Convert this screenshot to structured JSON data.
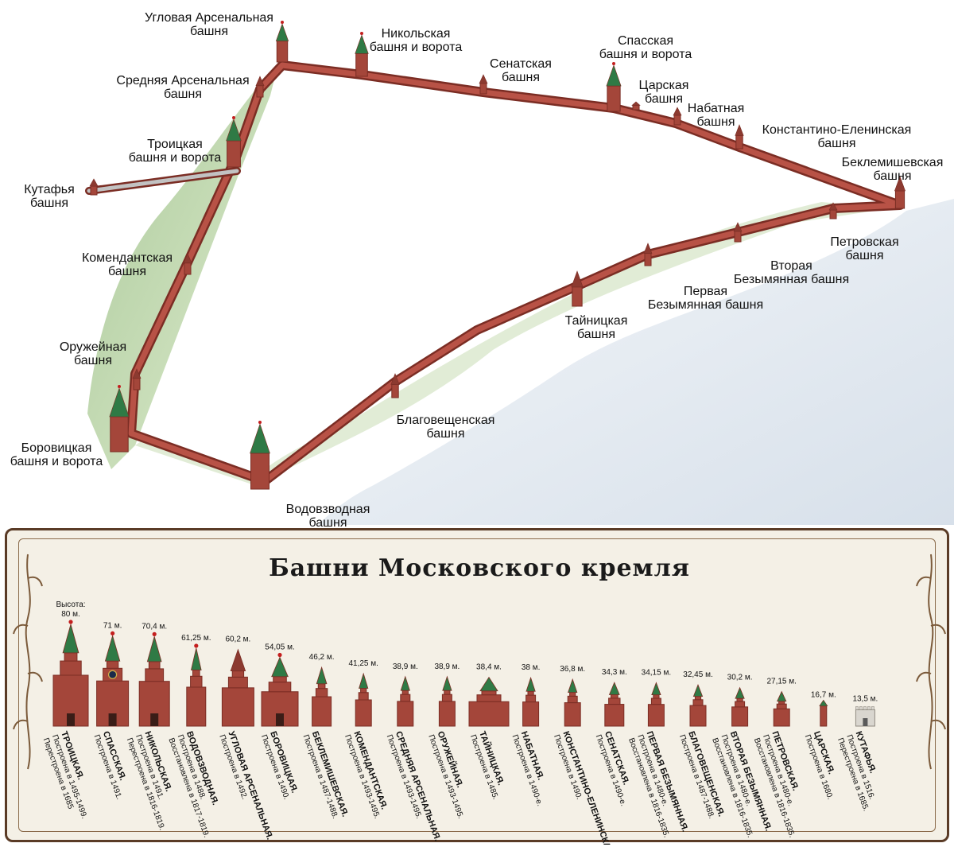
{
  "map": {
    "labels": [
      {
        "id": "uglovaya-arsenalnaya",
        "text": "Угловая Арсенальная\nбашня"
      },
      {
        "id": "nikolskaya",
        "text": "Никольская\nбашня и ворота"
      },
      {
        "id": "senatskaya",
        "text": "Сенатская\nбашня"
      },
      {
        "id": "spasskaya",
        "text": "Спасская\nбашня и ворота"
      },
      {
        "id": "tsarskaya",
        "text": "Царская\nбашня"
      },
      {
        "id": "nabatnaya",
        "text": "Набатная\nбашня"
      },
      {
        "id": "konstantino",
        "text": "Константино-Еленинская\nбашня"
      },
      {
        "id": "beklemishevskaya",
        "text": "Беклемишевская\nбашня"
      },
      {
        "id": "srednyaya-arsenalnaya",
        "text": "Средняя Арсенальная\nбашня"
      },
      {
        "id": "troitskaya",
        "text": "Троицкая\nбашня и ворота"
      },
      {
        "id": "kutafya",
        "text": "Кутафья\nбашня"
      },
      {
        "id": "komendantskaya",
        "text": "Комендантская\nбашня"
      },
      {
        "id": "petrovskaya",
        "text": "Петровская\nбашня"
      },
      {
        "id": "vtoraya-bezymyannaya",
        "text": "Вторая\nБезымянная башня"
      },
      {
        "id": "pervaya-bezymyannaya",
        "text": "Первая\nБезымянная башня"
      },
      {
        "id": "tainitskaya",
        "text": "Тайницкая\nбашня"
      },
      {
        "id": "oruzheynaya",
        "text": "Оружейная\nбашня"
      },
      {
        "id": "blagoveshchenskaya",
        "text": "Благовещенская\nбашня"
      },
      {
        "id": "borovitskaya",
        "text": "Боровицкая\nбашня и ворота"
      },
      {
        "id": "vodovzvodnaya",
        "text": "Водовзводная\nбашня"
      }
    ]
  },
  "panel": {
    "title": "Башни Московского кремля",
    "height_prefix": "Высота:",
    "towers": [
      {
        "height": "80 м.",
        "name": "ТРОИЦКАЯ.",
        "lines": [
          "Построена в 1495-1499.",
          "Перестроена в 1685"
        ],
        "h": 80,
        "type": "gate"
      },
      {
        "height": "71 м.",
        "name": "СПАССКАЯ.",
        "lines": [
          "Построена в 1491."
        ],
        "h": 71,
        "type": "spasskaya"
      },
      {
        "height": "70,4 м.",
        "name": "НИКОЛЬСКАЯ.",
        "lines": [
          "Построена в 1491.",
          "Перестроена в 1816-1819."
        ],
        "h": 70.4,
        "type": "gothic"
      },
      {
        "height": "61,25 м.",
        "name": "ВОДОВЗВОДНАЯ.",
        "lines": [
          "Построена в 1488.",
          "Восстановлена в 1817-1819."
        ],
        "h": 61.25,
        "type": "round"
      },
      {
        "height": "60,2 м.",
        "name": "УГЛОВАЯ АРСЕНАЛЬНАЯ.",
        "lines": [
          "Построена в 1492."
        ],
        "h": 60.2,
        "type": "wide"
      },
      {
        "height": "54,05 м.",
        "name": "БОРОВИЦКАЯ.",
        "lines": [
          "Построена в 1490."
        ],
        "h": 54.05,
        "type": "stepped"
      },
      {
        "height": "46,2 м.",
        "name": "БЕКЛЕМИШЕВСКАЯ.",
        "lines": [
          "Построена в 1487-1488."
        ],
        "h": 46.2,
        "type": "round"
      },
      {
        "height": "41,25 м.",
        "name": "КОМЕНДАНТСКАЯ.",
        "lines": [
          "Построена в 1493-1495."
        ],
        "h": 41.25,
        "type": "plain"
      },
      {
        "height": "38,9 м.",
        "name": "СРЕДНЯЯ АРСЕНАЛЬНАЯ.",
        "lines": [
          "Построена в 1493-1495."
        ],
        "h": 38.9,
        "type": "plain"
      },
      {
        "height": "38,9 м.",
        "name": "ОРУЖЕЙНАЯ.",
        "lines": [
          "Построена в 1493-1495."
        ],
        "h": 38.9,
        "type": "plain"
      },
      {
        "height": "38,4 м.",
        "name": "ТАЙНИЦКАЯ.",
        "lines": [
          "Построена в 1485."
        ],
        "h": 38.4,
        "type": "wide"
      },
      {
        "height": "38 м.",
        "name": "НАБАТНАЯ.",
        "lines": [
          "Построена в 1490-е."
        ],
        "h": 38,
        "type": "plain"
      },
      {
        "height": "36,8 м.",
        "name": "КОНСТАНТИНО-ЕЛЕНИНСКАЯ.",
        "lines": [
          "Построена в 1490."
        ],
        "h": 36.8,
        "type": "plain"
      },
      {
        "height": "34,3 м.",
        "name": "СЕНАТСКАЯ.",
        "lines": [
          "Построена в 1490-е."
        ],
        "h": 34.3,
        "type": "round"
      },
      {
        "height": "34,15 м.",
        "name": "ПЕРВАЯ БЕЗЫМЯННАЯ.",
        "lines": [
          "Построена в 1480-е.",
          "Восстановлена в 1816-1835."
        ],
        "h": 34.15,
        "type": "plain"
      },
      {
        "height": "32,45 м.",
        "name": "БЛАГОВЕЩЕНСКАЯ.",
        "lines": [
          "Построена в 1487-1488."
        ],
        "h": 32.45,
        "type": "plain"
      },
      {
        "height": "30,2 м.",
        "name": "ВТОРАЯ БЕЗЫМЯННАЯ.",
        "lines": [
          "Построена в 1480-е.",
          "Восстановлена в 1816-1835."
        ],
        "h": 30.2,
        "type": "plain"
      },
      {
        "height": "27,15 м.",
        "name": "ПЕТРОВСКАЯ.",
        "lines": [
          "Построена в 1480-е.",
          "Восстановлена в 1816-1835."
        ],
        "h": 27.15,
        "type": "plain"
      },
      {
        "height": "16,7 м.",
        "name": "ЦАРСКАЯ.",
        "lines": [
          "Построена в 1680."
        ],
        "h": 16.7,
        "type": "tiny"
      },
      {
        "height": "13,5 м.",
        "name": "КУТАФЬЯ.",
        "lines": [
          "Построена в 1516.",
          "Перестроена в 1685."
        ],
        "h": 13.5,
        "type": "kutafya"
      }
    ]
  },
  "colors": {
    "brick": "#a4463a",
    "brick_dark": "#7b2d24",
    "roof_green": "#2f7a45",
    "star": "#c41e1e",
    "river": "#e6ecf2",
    "grass": "#bcd7a4",
    "frame": "#5a3b26"
  }
}
